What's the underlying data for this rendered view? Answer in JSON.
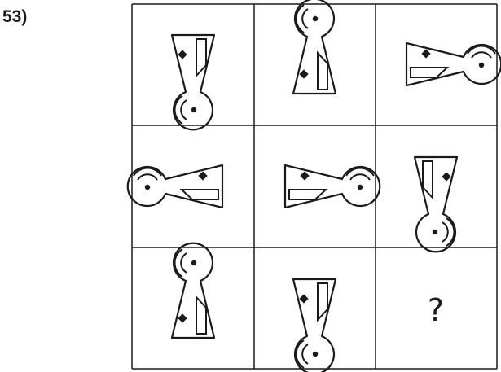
{
  "question": {
    "number_label": "53)",
    "missing_symbol": "?"
  },
  "colors": {
    "stroke": "#1a1a1a",
    "background": "#ffffff"
  },
  "grid": {
    "rows": 3,
    "cols": 3,
    "cells": [
      {
        "row": 0,
        "col": 0,
        "figure": "keyhole",
        "head_direction": "down",
        "mirrored": false
      },
      {
        "row": 0,
        "col": 1,
        "figure": "keyhole",
        "head_direction": "up",
        "mirrored": true
      },
      {
        "row": 0,
        "col": 2,
        "figure": "keyhole",
        "head_direction": "right",
        "mirrored": true
      },
      {
        "row": 1,
        "col": 0,
        "figure": "keyhole",
        "head_direction": "left",
        "mirrored": false
      },
      {
        "row": 1,
        "col": 1,
        "figure": "keyhole",
        "head_direction": "right",
        "mirrored": true
      },
      {
        "row": 1,
        "col": 2,
        "figure": "keyhole",
        "head_direction": "down",
        "mirrored": true
      },
      {
        "row": 2,
        "col": 0,
        "figure": "keyhole",
        "head_direction": "up",
        "mirrored": true
      },
      {
        "row": 2,
        "col": 1,
        "figure": "keyhole",
        "head_direction": "down",
        "mirrored": false
      },
      {
        "row": 2,
        "col": 2,
        "figure": "missing"
      }
    ]
  }
}
